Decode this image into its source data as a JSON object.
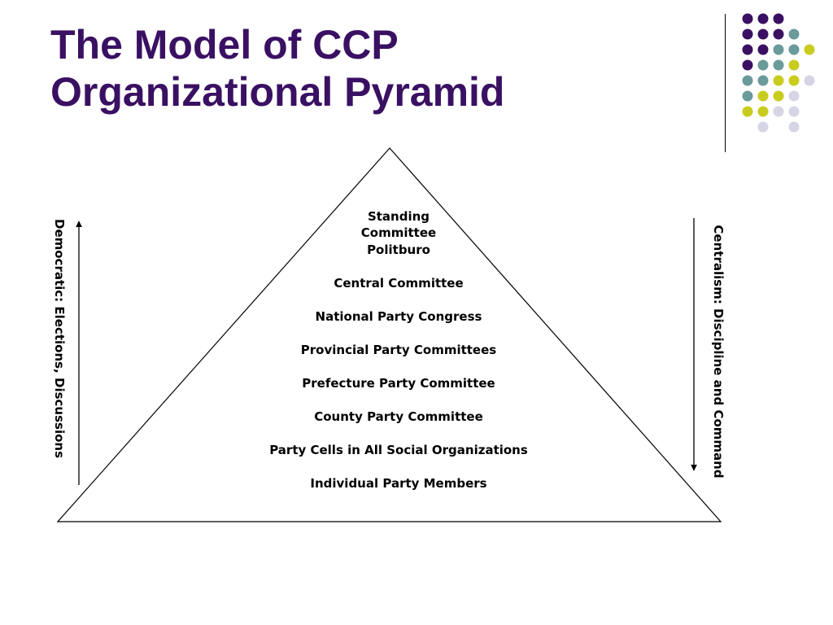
{
  "title": {
    "line1": "The Model of CCP",
    "line2": "Organizational Pyramid"
  },
  "colors": {
    "title": "#3a1063",
    "purple": "#3a1063",
    "teal": "#6b9a9a",
    "yellow": "#c9cc1e",
    "lavender": "#d5d5e6"
  },
  "pyramid": {
    "levels": [
      "Standing Committee",
      "Politburo",
      "Central Committee",
      "National Party Congress",
      "Provincial Party Committees",
      "Prefecture Party Committee",
      "County Party Committee",
      "Party Cells in All Social Organizations",
      "Individual Party Members"
    ]
  },
  "arrows": {
    "left_label": "Democratic: Elections, Discussions",
    "right_label": "Centralism: Discipline and Command"
  }
}
